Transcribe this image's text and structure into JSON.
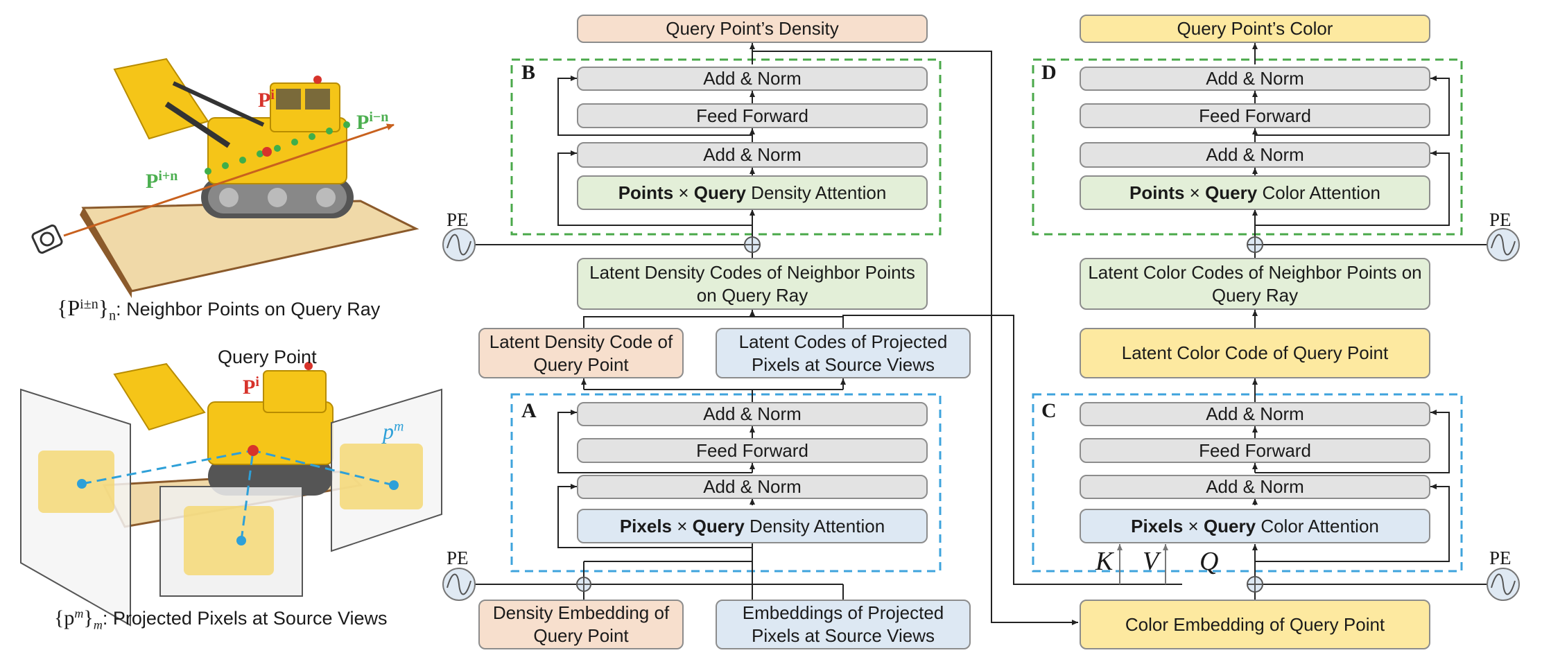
{
  "left_panel": {
    "top_caption": {
      "symbol": "{P",
      "superscript": "i±n",
      "close": "}",
      "subscript": "n",
      "text": ": Neighbor Points on Query Ray"
    },
    "top_labels": {
      "pi": "P",
      "pi_sup": "i",
      "pi_plus": "P",
      "pi_plus_sup": "i+n",
      "pi_minus": "P",
      "pi_minus_sup": "i−n"
    },
    "query_point_title": "Query Point",
    "query_point_label": {
      "p": "P",
      "sup": "i"
    },
    "pm_label": {
      "p": "p",
      "sup": "m"
    },
    "bottom_caption": {
      "symbol": "{p",
      "superscript": "m",
      "close": "}",
      "subscript": "m",
      "text": ":   Projected Pixels at Source Views"
    }
  },
  "density": {
    "output": "Query Point’s Density",
    "panel_b": {
      "letter": "B",
      "add_norm_top": "Add & Norm",
      "feed_forward": "Feed Forward",
      "add_norm_bottom": "Add & Norm",
      "attention": {
        "a": "Points",
        "x": " × ",
        "b": "Query",
        "rest": " Density Attention"
      }
    },
    "pe": "PE",
    "latent_neighbor": "Latent Density Codes of Neighbor Points on Query Ray",
    "latent_query": "Latent Density Code of Query Point",
    "latent_pixels": "Latent Codes of Projected Pixels at Source Views",
    "panel_a": {
      "letter": "A",
      "add_norm_top": "Add & Norm",
      "feed_forward": "Feed Forward",
      "add_norm_bottom": "Add & Norm",
      "attention": {
        "a": "Pixels",
        "x": " × ",
        "b": "Query",
        "rest": " Density Attention"
      }
    },
    "pe_bottom": "PE",
    "embedding_query": "Density Embedding of Query Point",
    "embedding_pixels": "Embeddings of Projected Pixels at Source Views"
  },
  "color": {
    "output": "Query Point’s Color",
    "panel_d": {
      "letter": "D",
      "add_norm_top": "Add & Norm",
      "feed_forward": "Feed Forward",
      "add_norm_bottom": "Add & Norm",
      "attention": {
        "a": "Points",
        "x": " × ",
        "b": "Query",
        "rest": " Color Attention"
      }
    },
    "pe": "PE",
    "latent_neighbor": "Latent Color Codes of Neighbor Points on Query Ray",
    "latent_query": "Latent Color Code of Query Point",
    "panel_c": {
      "letter": "C",
      "add_norm_top": "Add & Norm",
      "feed_forward": "Feed Forward",
      "add_norm_bottom": "Add & Norm",
      "attention": {
        "a": "Pixels",
        "x": " × ",
        "b": "Query",
        "rest": " Color Attention"
      }
    },
    "k": "K",
    "v": "V",
    "q": "Q",
    "pe_bottom": "PE",
    "embedding_query": "Color Embedding of Query Point"
  },
  "colors": {
    "panel_green_border": "#4aa84a",
    "panel_blue_border": "#3ea3dc",
    "arrow": "#222222",
    "ray": "#c8611e"
  }
}
